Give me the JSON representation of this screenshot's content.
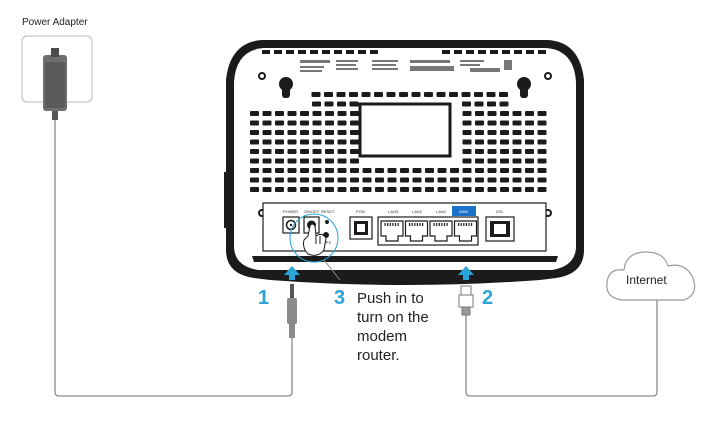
{
  "labels": {
    "power_adapter": "Power Adapter",
    "internet": "Internet"
  },
  "steps": [
    {
      "number": "1"
    },
    {
      "number": "2"
    },
    {
      "number": "3",
      "text_lines": [
        "Push in to",
        "turn on the",
        "modem",
        "router."
      ]
    }
  ],
  "ports": {
    "power": "POWER",
    "onoff": "ON/OFF",
    "reset": "RESET",
    "wps": "WPS",
    "phone": "PON",
    "lan3": "LAN3",
    "lan2": "LAN2",
    "lan1": "LAN1",
    "wan": "WAN",
    "dsl": "DSL"
  },
  "colors": {
    "accent": "#29a3d8",
    "wan_label": "#1a72c9",
    "line": "#8a8a8a",
    "device": "#1b1b1b"
  }
}
